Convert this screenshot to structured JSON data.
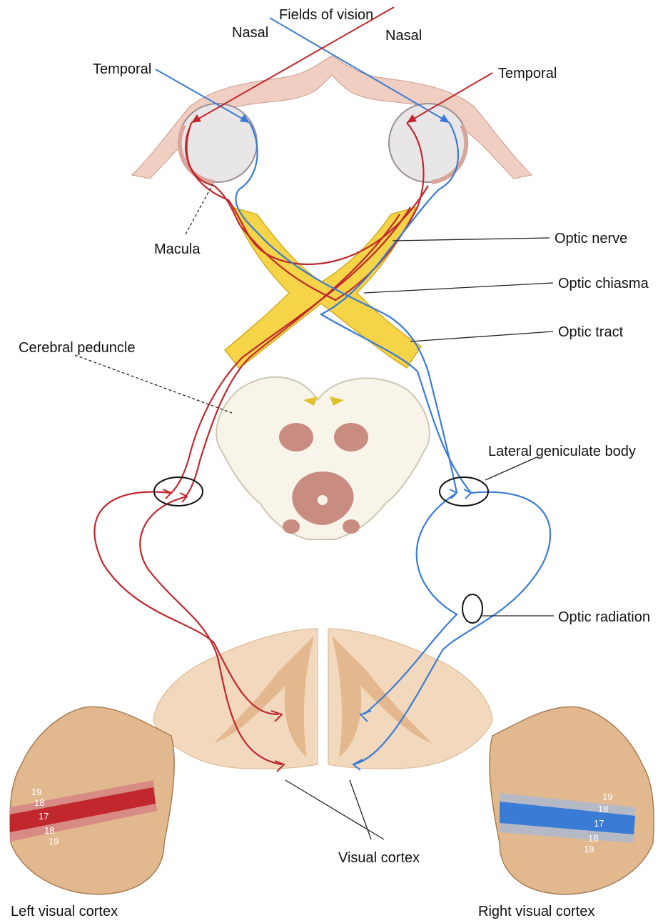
{
  "labels": {
    "fields_of_vision": "Fields of vision",
    "nasal_left": "Nasal",
    "nasal_right": "Nasal",
    "temporal_left": "Temporal",
    "temporal_right": "Temporal",
    "macula": "Macula",
    "optic_nerve": "Optic nerve",
    "optic_chiasma": "Optic chiasma",
    "optic_tract": "Optic tract",
    "cerebral_peduncle": "Cerebral peduncle",
    "lateral_geniculate_body": "Lateral geniculate body",
    "optic_radiation": "Optic radiation",
    "visual_cortex": "Visual cortex",
    "left_visual_cortex": "Left visual cortex",
    "right_visual_cortex": "Right visual cortex"
  },
  "cortex_areas": {
    "left": [
      "19",
      "18",
      "17",
      "18",
      "19"
    ],
    "right": [
      "19",
      "18",
      "17",
      "18",
      "19"
    ]
  },
  "colors": {
    "left_field_pathway": "#c0282d",
    "right_field_pathway": "#3a7bd5",
    "optic_structures": "#f5d547",
    "brain_tissue": "#e8c3a0",
    "eyeball": "#e9e6e8"
  }
}
